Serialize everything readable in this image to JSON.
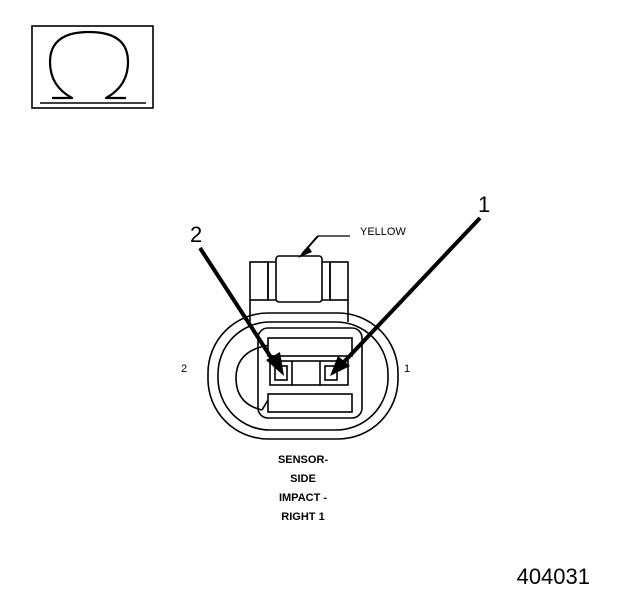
{
  "symbol": {
    "glyph": "Ω",
    "icon": "ohm-symbol-icon"
  },
  "wire_color_label": "YELLOW",
  "callouts": {
    "left": "2",
    "right": "1"
  },
  "pins": {
    "left": "2",
    "right": "1"
  },
  "caption_lines": [
    "SENSOR-",
    "SIDE",
    "IMPACT -",
    "RIGHT 1"
  ],
  "figure_number": "404031"
}
